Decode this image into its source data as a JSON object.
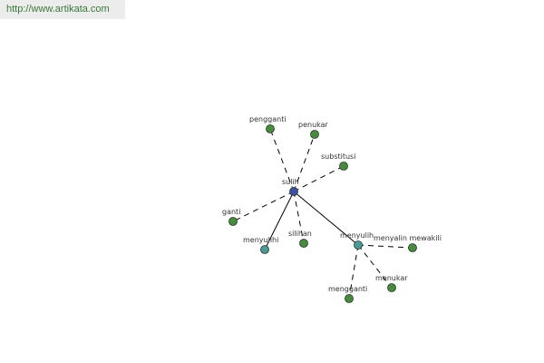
{
  "header": {
    "url": "http://www.artikata.com"
  },
  "colors": {
    "center": "#3f4fa6",
    "secondary": "#4b9a9a",
    "leaf": "#4a8a3e",
    "edge": "#000000"
  },
  "graph": {
    "nodes": [
      {
        "id": "sulih",
        "label": "sulih",
        "kind": "center"
      },
      {
        "id": "pengganti1",
        "label": "pengganti",
        "kind": "leaf"
      },
      {
        "id": "penukar",
        "label": "penukar",
        "kind": "leaf"
      },
      {
        "id": "substitusi",
        "label": "substitusi",
        "kind": "leaf"
      },
      {
        "id": "ganti",
        "label": "ganti",
        "kind": "leaf"
      },
      {
        "id": "menyulihi",
        "label": "menyulihi",
        "kind": "secondary"
      },
      {
        "id": "silihan",
        "label": "silihan",
        "kind": "leaf"
      },
      {
        "id": "menyulih",
        "label": "menyulih",
        "kind": "secondary"
      },
      {
        "id": "menyalin",
        "label": "menyalin mewakili",
        "kind": "leaf"
      },
      {
        "id": "menukar",
        "label": "menukar",
        "kind": "leaf"
      },
      {
        "id": "mengganti",
        "label": "mengganti",
        "kind": "leaf"
      }
    ],
    "edges": [
      {
        "from": "sulih",
        "to": "pengganti1",
        "style": "dashed"
      },
      {
        "from": "sulih",
        "to": "penukar",
        "style": "dashed"
      },
      {
        "from": "sulih",
        "to": "substitusi",
        "style": "dashed"
      },
      {
        "from": "sulih",
        "to": "ganti",
        "style": "dashed"
      },
      {
        "from": "sulih",
        "to": "menyulihi",
        "style": "solid"
      },
      {
        "from": "sulih",
        "to": "silihan",
        "style": "dashed"
      },
      {
        "from": "sulih",
        "to": "menyulih",
        "style": "solid"
      },
      {
        "from": "menyulih",
        "to": "menyalin",
        "style": "dashed"
      },
      {
        "from": "menyulih",
        "to": "menukar",
        "style": "dashed"
      },
      {
        "from": "menyulih",
        "to": "mengganti",
        "style": "dashed"
      }
    ]
  }
}
